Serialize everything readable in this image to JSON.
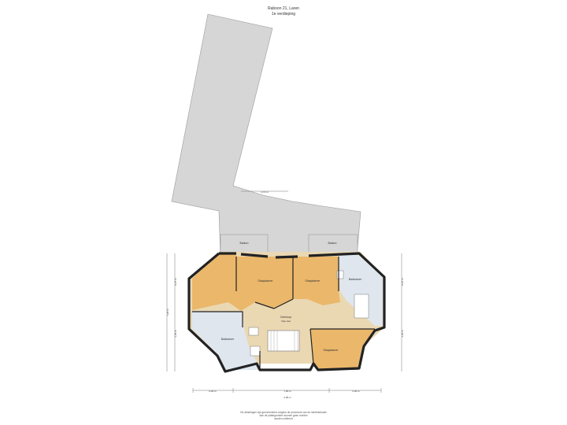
{
  "header": {
    "title": "Raboon 21, Laren",
    "subtitle": "1e verdieping"
  },
  "colors": {
    "exterior": "#d6d6d6",
    "bedroom": "#eab76b",
    "bathroom": "#dfe6ee",
    "landing": "#ead8b3",
    "wall": "#222222"
  },
  "rooms": {
    "balcony_left": "Balkon",
    "balcony_right": "Balkon",
    "bedroom_1": "Slaapkamer",
    "bedroom_2": "Slaapkamer",
    "bedroom_3": "Slaapkamer",
    "bathroom_1": "Badkamer",
    "bathroom_2": "Badkamer",
    "landing": "Overloop",
    "landing_sub": "Vrije stas"
  },
  "dimensions": {
    "top": "2,72 m",
    "bottom_left": "0,00 m",
    "bottom_mid": "7,56 m",
    "bottom_right": "2,00 m",
    "bottom_total": "2,05 m",
    "left_upper": "0,07 m",
    "left_total": "7,28 m",
    "left_lower": "1,35 m",
    "right_upper": "0,07 m",
    "right_lower": "1,35 m"
  },
  "footer": [
    "De afmetingen zijn gecontroleerd volgens de procedure van de meetinstructie",
    "Aan de plattegronden kunnen geen rechten",
    "worden ontleend"
  ]
}
